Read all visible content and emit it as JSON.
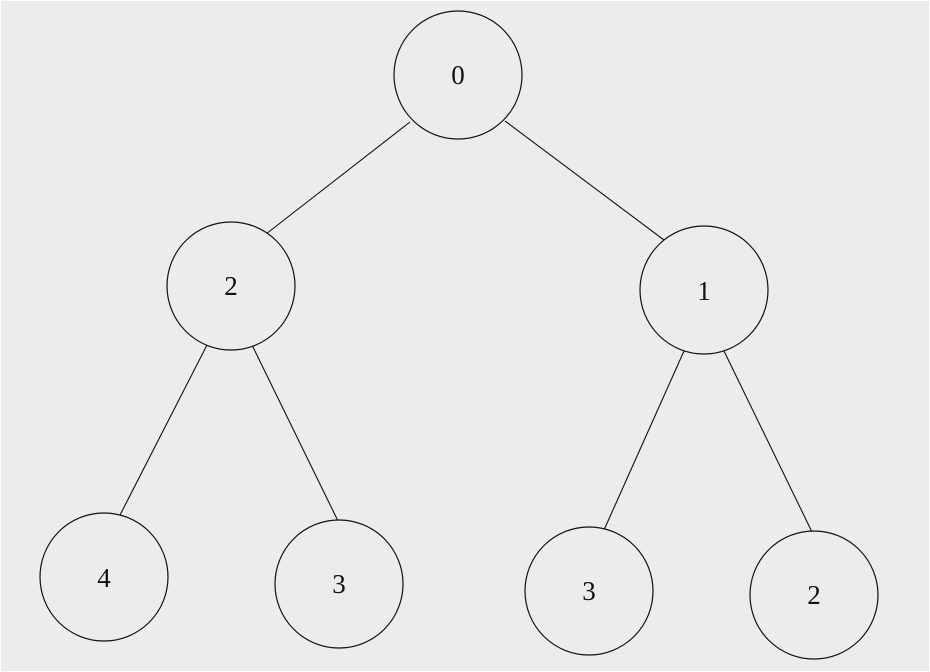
{
  "colors": {
    "background": "#ececee",
    "node_fill": "#ececee",
    "stroke": "#111111",
    "text": "#111111"
  },
  "tree": {
    "root": {
      "label": "0",
      "left": {
        "label": "2",
        "left": {
          "label": "4"
        },
        "right": {
          "label": "3"
        }
      },
      "right": {
        "label": "1",
        "left": {
          "label": "3"
        },
        "right": {
          "label": "2"
        }
      }
    }
  }
}
